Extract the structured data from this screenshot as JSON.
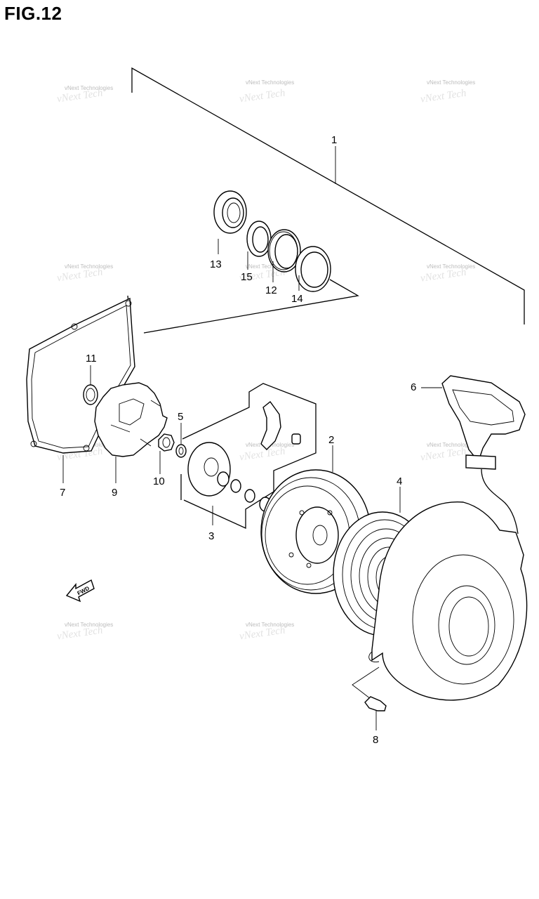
{
  "figure": {
    "title": "FIG.12"
  },
  "watermark": {
    "text": "vNext Technologies"
  },
  "arrow": {
    "label": "FWD"
  },
  "callouts": [
    {
      "id": "1",
      "label": "1"
    },
    {
      "id": "2",
      "label": "2"
    },
    {
      "id": "3",
      "label": "3"
    },
    {
      "id": "4",
      "label": "4"
    },
    {
      "id": "5",
      "label": "5"
    },
    {
      "id": "6",
      "label": "6"
    },
    {
      "id": "7",
      "label": "7"
    },
    {
      "id": "8",
      "label": "8"
    },
    {
      "id": "9",
      "label": "9"
    },
    {
      "id": "10",
      "label": "10"
    },
    {
      "id": "11",
      "label": "11"
    },
    {
      "id": "12",
      "label": "12"
    },
    {
      "id": "13",
      "label": "13"
    },
    {
      "id": "14",
      "label": "14"
    },
    {
      "id": "15",
      "label": "15"
    }
  ]
}
